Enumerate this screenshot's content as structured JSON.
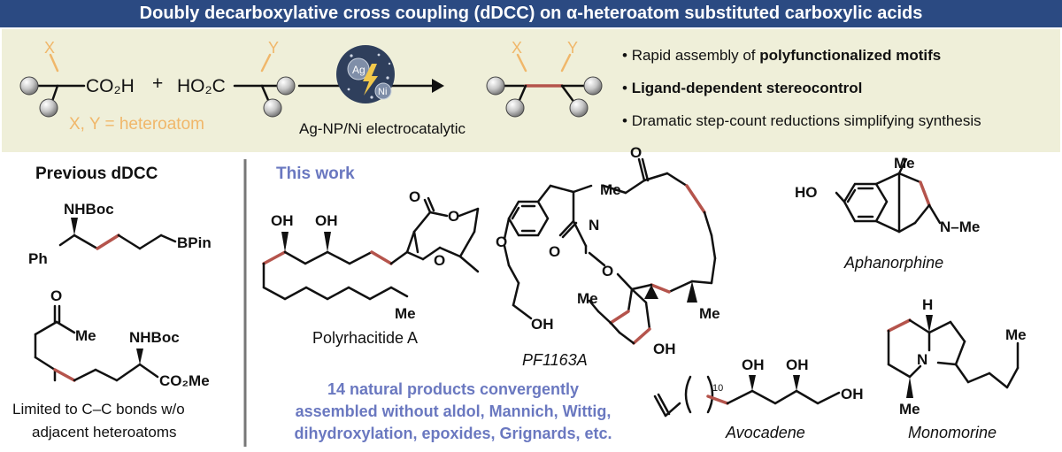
{
  "header": {
    "title": "Doubly decarboxylative cross coupling (dDCC) on α-heteroatom substituted carboxylic acids"
  },
  "scheme": {
    "x_label": "X",
    "y_label": "Y",
    "acid_left_group": "CO₂H",
    "plus_sign": "+",
    "acid_right_group": "HO₂C",
    "heteroatom_note": "X, Y = heteroatom",
    "catalyst_badge_ag": "Ag",
    "catalyst_badge_ni": "Ni",
    "catalyst_caption": "Ag-NP/Ni electrocatalytic"
  },
  "benefits": {
    "b1_prefix": "Rapid assembly of ",
    "b1_bold": "polyfunctionalized motifs",
    "b2_bold": "Ligand-dependent stereocontrol",
    "b3": "Dramatic step-count reductions simplifying synthesis"
  },
  "previous": {
    "title": "Previous dDCC",
    "nhboc_1": "NHBoc",
    "ph": "Ph",
    "bpin": "BPin",
    "o": "O",
    "me": "Me",
    "nhboc_2": "NHBoc",
    "co2me": "CO₂Me",
    "caption_line1": "Limited to C–C bonds w/o",
    "caption_line2": "adjacent heteroatoms"
  },
  "this_work": {
    "title": "This work",
    "polyrhacitide": {
      "oh1": "OH",
      "oh2": "OH",
      "o_carbonyl": "O",
      "o_lactone": "O",
      "o_ether": "O",
      "me": "Me",
      "name": "Polyrhacitide A"
    },
    "pf1163a": {
      "me_n": "Me",
      "n": "N",
      "o_amide": "O",
      "o_ether": "O",
      "o_carbonyl": "O",
      "o_ester": "O",
      "oh_terminal": "OH",
      "et_me": "Me",
      "me_ring": "Me",
      "oh_side": "OH",
      "name": "PF1163A"
    },
    "aphanorphine": {
      "ho": "HO",
      "me": "Me",
      "n_me": "N–Me",
      "name": "Aphanorphine"
    },
    "avocadene": {
      "oh1": "OH",
      "oh2": "OH",
      "oh3": "OH",
      "subscript": "10",
      "name": "Avocadene"
    },
    "monomorine": {
      "h": "H",
      "n": "N",
      "me1": "Me",
      "me2": "Me",
      "name": "Monomorine"
    },
    "summary_line1": "14 natural products convergently",
    "summary_line2": "assembled without aldol, Mannich, Wittig,",
    "summary_line3": "dihydroxylation, epoxides, Grignards, etc."
  },
  "colors": {
    "banner": "#2b4a82",
    "panel": "#efefd9",
    "heteroatom": "#f0b76a",
    "new_bond": "#b5544c",
    "accent_blue": "#6a78c0",
    "badge": "#2f3f5c",
    "bolt": "#f2c84b"
  }
}
